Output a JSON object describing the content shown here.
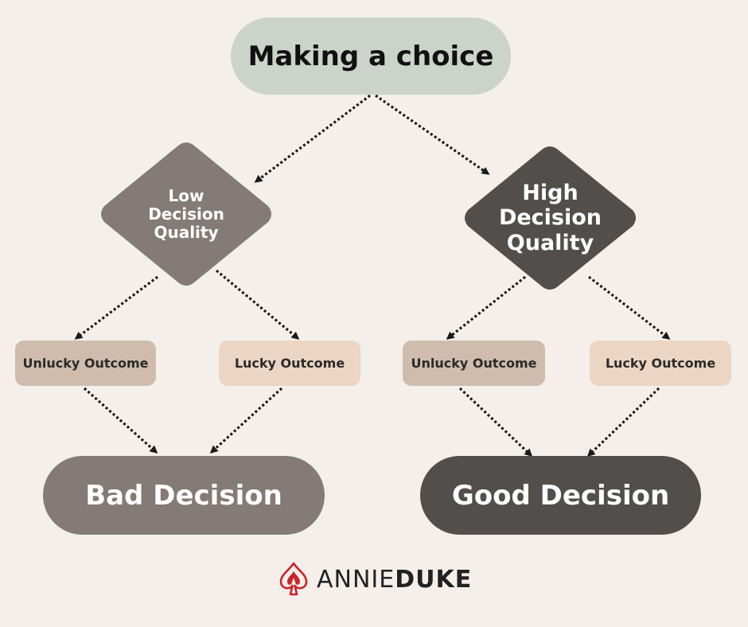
{
  "diagram": {
    "root": "Making a choice",
    "left_branch": {
      "label_lines": [
        "Low",
        "Decision",
        "Quality"
      ],
      "outcomes": [
        "Unlucky Outcome",
        "Lucky Outcome"
      ],
      "result": "Bad Decision"
    },
    "right_branch": {
      "label_lines": [
        "High",
        "Decision",
        "Quality"
      ],
      "outcomes": [
        "Unlucky Outcome",
        "Lucky Outcome"
      ],
      "result": "Good Decision"
    }
  },
  "logo": {
    "light": "ANNIE",
    "bold": "DUKE"
  },
  "colors": {
    "background": "#f4efea",
    "root": "#ccd3cb",
    "low_diamond": "#847b76",
    "high_diamond": "#524e4b",
    "unlucky": "#cfbcac",
    "lucky": "#ecd5c2",
    "bad": "#847b76",
    "good": "#524e4b",
    "logo_red": "#c8242b"
  }
}
